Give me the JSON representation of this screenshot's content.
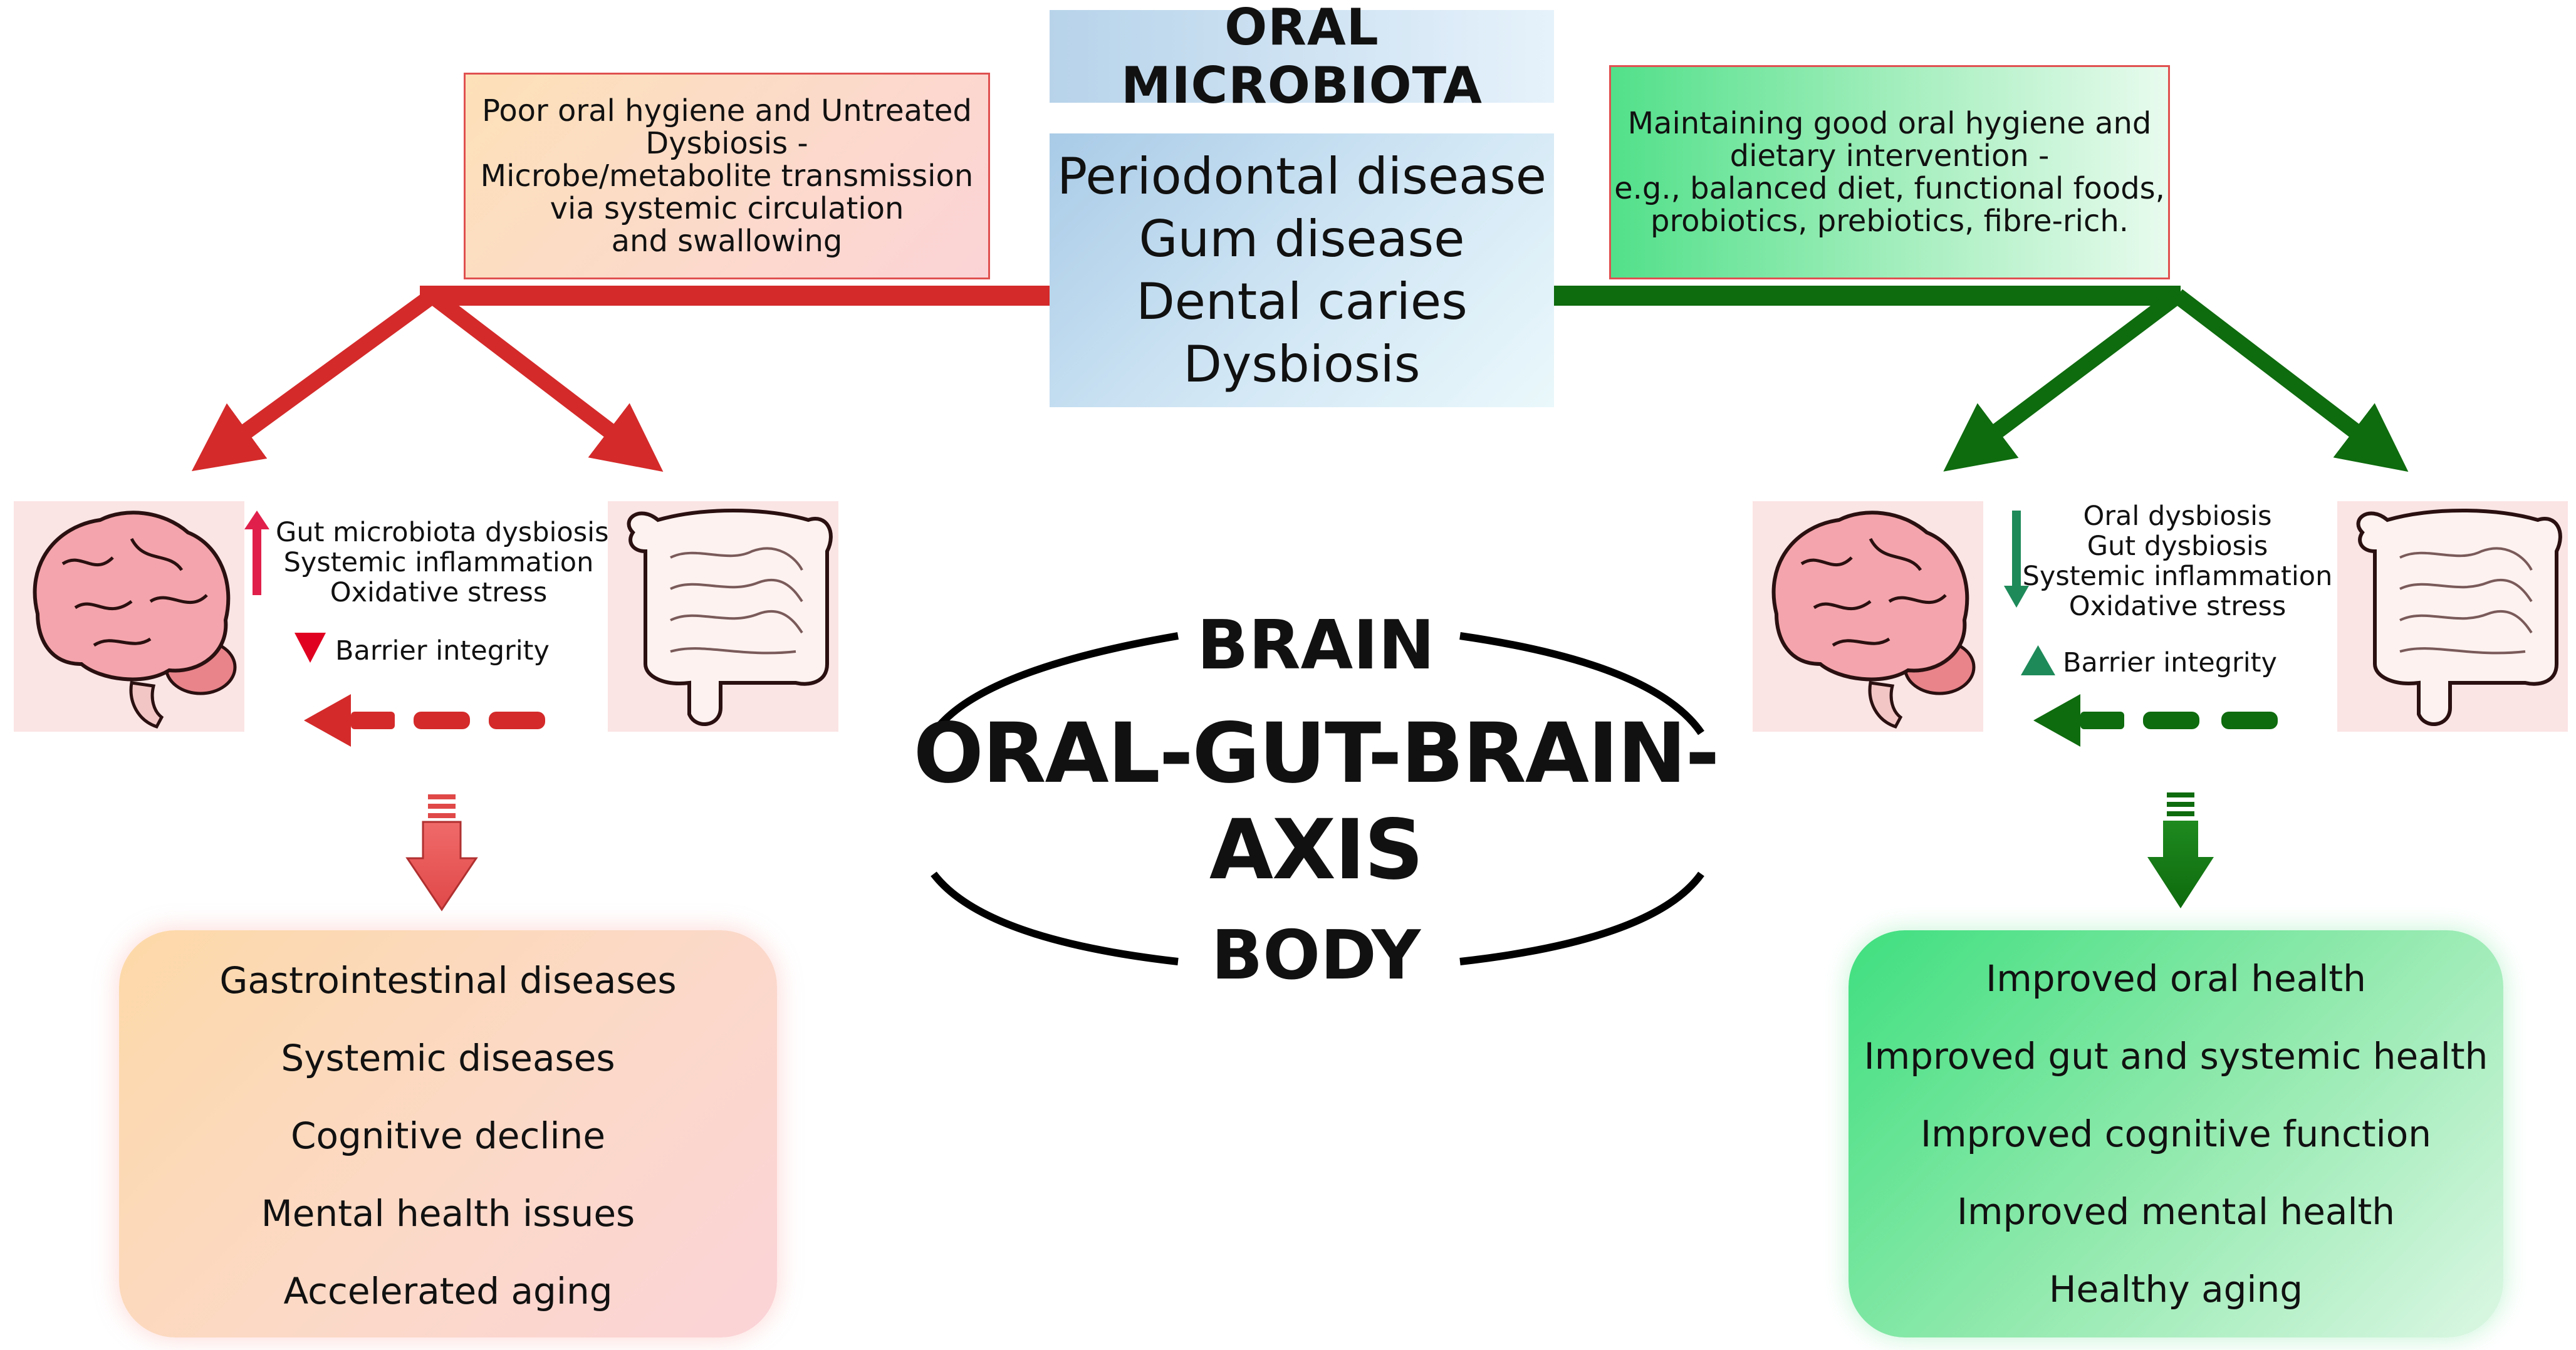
{
  "title": "ORAL MICROBIOTA",
  "conditions": [
    "Periodontal disease",
    "Gum disease",
    "Dental caries",
    "Dysbiosis"
  ],
  "negative_path": {
    "cause_lines": [
      "Poor oral hygiene and Untreated",
      "Dysbiosis -",
      "Microbe/metabolite transmission",
      "via systemic circulation",
      "and swallowing"
    ],
    "effects_up": [
      "Gut microbiota dysbiosis",
      "Systemic inflammation",
      "Oxidative stress"
    ],
    "effect_down": "Barrier integrity",
    "outcomes": [
      "Gastrointestinal diseases",
      "Systemic diseases",
      "Cognitive decline",
      "Mental health issues",
      "Accelerated aging"
    ],
    "color": "#d42a2a"
  },
  "positive_path": {
    "cause_lines": [
      "Maintaining good oral hygiene and",
      "dietary intervention -",
      "e.g., balanced diet, functional foods,",
      "probiotics, prebiotics, fibre-rich."
    ],
    "effects_down": [
      "Oral dysbiosis",
      "Gut dysbiosis",
      "Systemic inflammation",
      "Oxidative stress"
    ],
    "effect_up": "Barrier integrity",
    "outcomes": [
      "Improved oral health",
      "Improved gut and systemic health",
      "Improved cognitive function",
      "Improved mental health",
      "Healthy aging"
    ],
    "color": "#0e6b0e"
  },
  "axis": {
    "title": "ORAL-GUT-BRAIN-AXIS",
    "top_label": "BRAIN",
    "bottom_label": "BODY"
  },
  "icons": [
    "brain-icon",
    "intestine-icon",
    "up-arrow-icon",
    "down-arrow-icon",
    "dashed-arrow-icon",
    "block-arrow-icon"
  ]
}
